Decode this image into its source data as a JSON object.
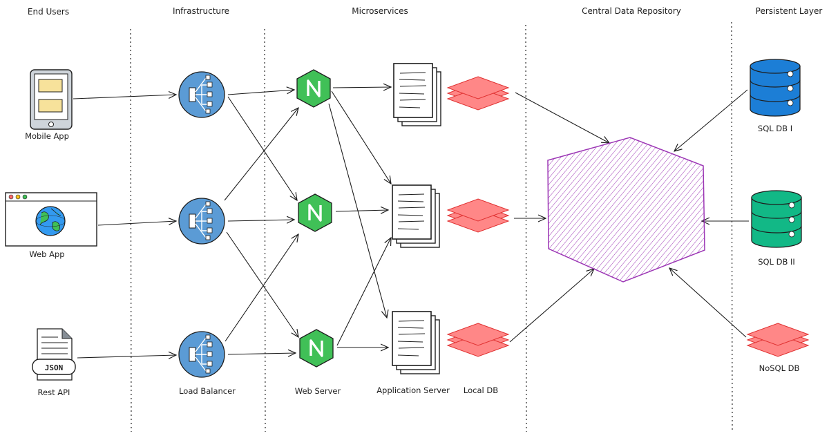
{
  "headers": {
    "end_users": "End Users",
    "infrastructure": "Infrastructure",
    "microservices": "Microservices",
    "central": "Central Data Repository",
    "persistent": "Persistent Layer"
  },
  "labels": {
    "mobile_app": "Mobile App",
    "web_app": "Web App",
    "rest_api": "Rest API",
    "json": "JSON",
    "load_balancer": "Load Balancer",
    "web_server": "Web Server",
    "application_server": "Application Server",
    "local_db": "Local DB",
    "sql_db_1": "SQL DB I",
    "sql_db_2": "SQL DB II",
    "nosql_db": "NoSQL DB",
    "nginx_letter": "N"
  },
  "colors": {
    "balancer": "#5b9bd5",
    "nginx": "#40c057",
    "local_db": "#ff8787",
    "central": "#9c36b5",
    "sql1": "#1c7ed6",
    "sql2": "#12b886",
    "tablet_card": "#f7e29b"
  }
}
